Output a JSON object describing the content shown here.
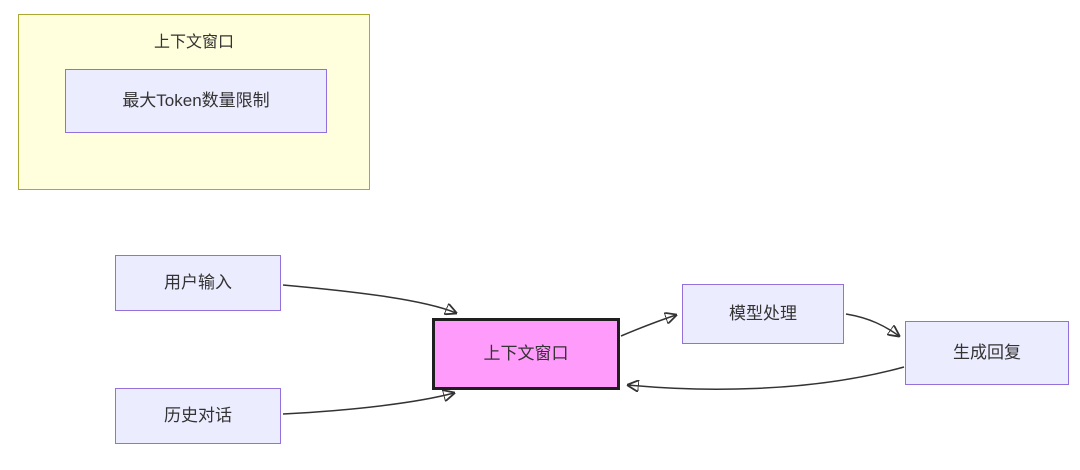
{
  "diagram": {
    "cluster": {
      "title": "上下文窗口",
      "node": "最大Token数量限制"
    },
    "nodes": {
      "user_input": "用户输入",
      "history": "历史对话",
      "context": "上下文窗口",
      "model": "模型处理",
      "reply": "生成回复"
    },
    "edges": [
      {
        "from": "user_input",
        "to": "context"
      },
      {
        "from": "history",
        "to": "context"
      },
      {
        "from": "context",
        "to": "model"
      },
      {
        "from": "model",
        "to": "reply"
      },
      {
        "from": "reply",
        "to": "context"
      }
    ],
    "colors": {
      "node_fill": "#ECECFF",
      "node_border": "#9370DB",
      "cluster_fill": "#FFFFDE",
      "cluster_border": "#AAAA33",
      "highlight_fill": "#FF9BFB",
      "highlight_border": "#1F1F1F",
      "edge": "#333333",
      "text": "#333333"
    }
  }
}
